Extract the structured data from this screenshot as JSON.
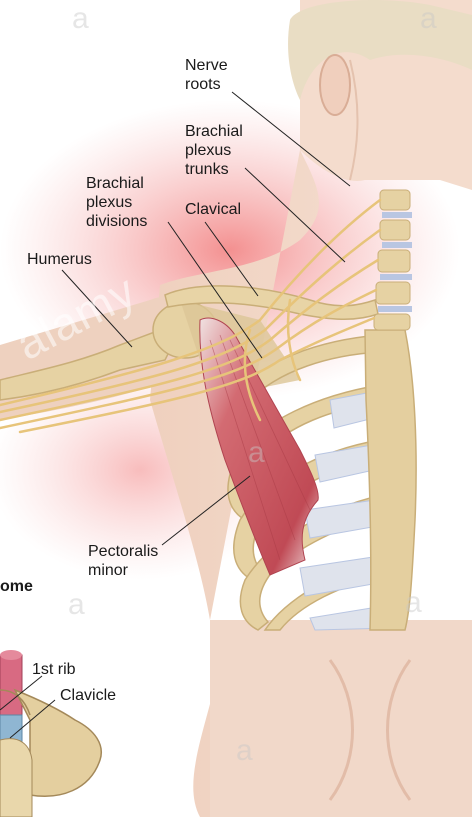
{
  "labels": {
    "nerve_roots": "Nerve\nroots",
    "brachial_plexus_trunks": "Brachial\nplexus\ntrunks",
    "brachial_plexus_divisions": "Brachial\nplexus\ndivisions",
    "clavical": "Clavical",
    "humerus": "Humerus",
    "pectoralis_minor": "Pectoralis\nminor",
    "syndrome_fragment": "ome",
    "first_rib": "1st rib",
    "clavicle": "Clavicle"
  },
  "watermark": {
    "text": "alamy",
    "letter": "a"
  },
  "colors": {
    "skin": "#f2d6c6",
    "skin_shadow": "#e3b9a4",
    "bone": "#e6d2a3",
    "bone_dark": "#c9ae78",
    "nerve": "#e9c77f",
    "muscle": "#c9505a",
    "cartilage": "#b9c6e2",
    "red_glow": "#f3a4a4",
    "hair": "#e8dcc3",
    "leader": "#222222"
  }
}
